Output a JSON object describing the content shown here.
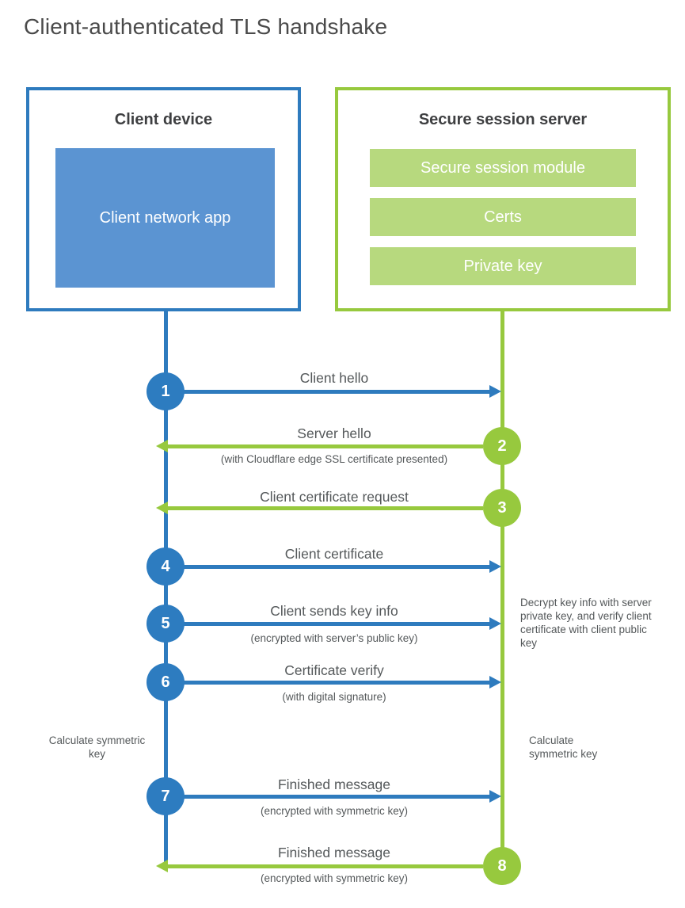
{
  "title": "Client-authenticated TLS handshake",
  "colors": {
    "blue_line": "#2e7bbe",
    "blue_fill": "#5b94d2",
    "green_line": "#97c93e",
    "green_fill": "#b7d97e",
    "heading_text": "#3e3f41",
    "label_text": "#54585a",
    "white_text": "#ffffff"
  },
  "client_box": {
    "title": "Client device",
    "app_label": "Client network app"
  },
  "server_box": {
    "title": "Secure session server",
    "modules": [
      "Secure session module",
      "Certs",
      "Private key"
    ]
  },
  "steps": [
    {
      "num": "1",
      "from": "client",
      "direction": "right",
      "label": "Client hello",
      "sublabel": ""
    },
    {
      "num": "2",
      "from": "server",
      "direction": "left",
      "label": "Server hello",
      "sublabel": "(with Cloudflare edge SSL certificate presented)"
    },
    {
      "num": "3",
      "from": "server",
      "direction": "left",
      "label": "Client certificate request",
      "sublabel": ""
    },
    {
      "num": "4",
      "from": "client",
      "direction": "right",
      "label": "Client certificate",
      "sublabel": ""
    },
    {
      "num": "5",
      "from": "client",
      "direction": "right",
      "label": "Client sends key info",
      "sublabel": "(encrypted with server’s public key)"
    },
    {
      "num": "6",
      "from": "client",
      "direction": "right",
      "label": "Certificate verify",
      "sublabel": "(with digital signature)"
    },
    {
      "num": "7",
      "from": "client",
      "direction": "right",
      "label": "Finished message",
      "sublabel": "(encrypted with symmetric key)"
    },
    {
      "num": "8",
      "from": "server",
      "direction": "left",
      "label": "Finished message",
      "sublabel": "(encrypted with symmetric key)"
    }
  ],
  "annotations": {
    "decrypt_note": "Decrypt key info with server private key, and verify client certificate with client public key",
    "calculate_left": "Calculate symmetric key",
    "calculate_right": "Calculate symmetric key"
  }
}
